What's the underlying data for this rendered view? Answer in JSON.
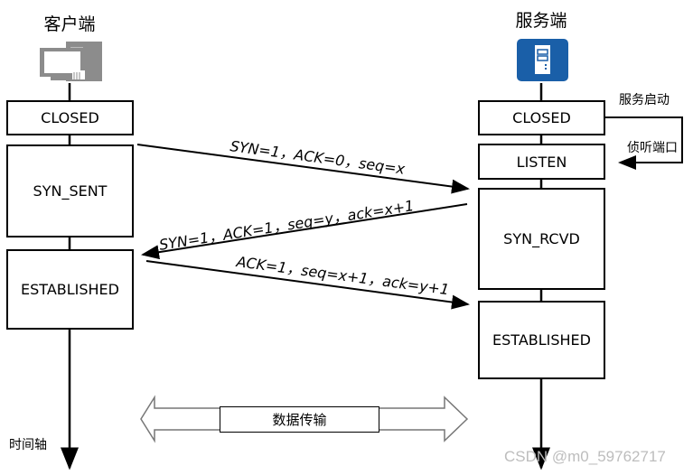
{
  "client": {
    "title": "客户端",
    "icon": "desktop-computer-icon",
    "states": [
      "CLOSED",
      "SYN_SENT",
      "ESTABLISHED"
    ],
    "timeline_label": "时间轴"
  },
  "server": {
    "title": "服务端",
    "icon": "server-tower-icon",
    "icon_color": "#1a5fa8",
    "states": [
      "CLOSED",
      "LISTEN",
      "SYN_RCVD",
      "ESTABLISHED"
    ],
    "startup_label": "服务启动",
    "listen_label": "侦听端口"
  },
  "messages": [
    {
      "text": "SYN=1，ACK=0，seq=x",
      "direction": "client-to-server"
    },
    {
      "text": "SYN=1，ACK=1，seq=y，ack=x+1",
      "direction": "server-to-client"
    },
    {
      "text": "ACK=1，seq=x+1，ack=y+1",
      "direction": "client-to-server"
    }
  ],
  "data_transfer_label": "数据传输",
  "watermark": "CSDN @m0_59762717"
}
